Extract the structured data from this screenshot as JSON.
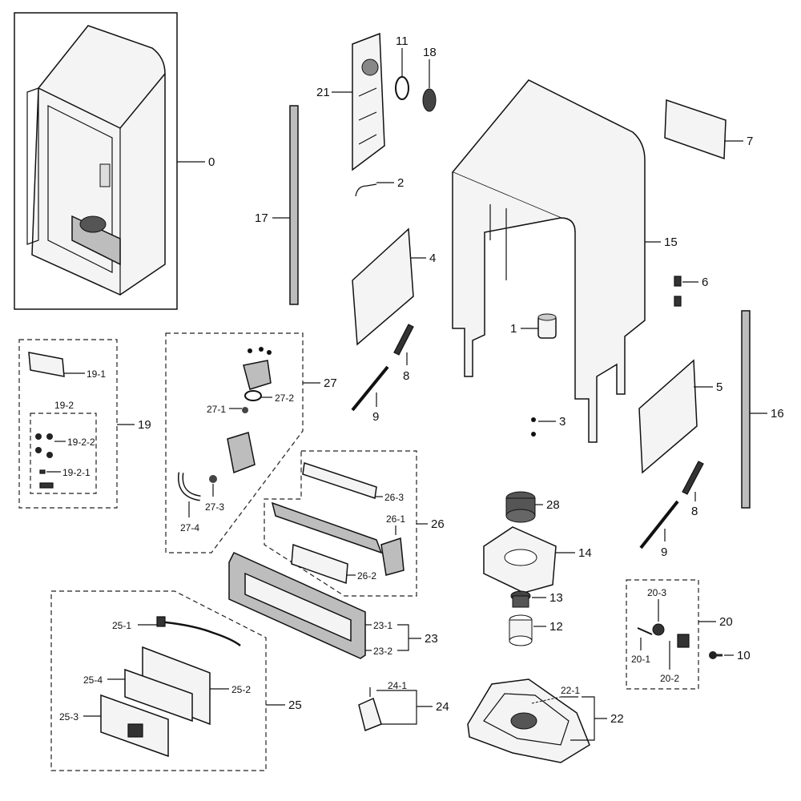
{
  "labels": {
    "l0": "0",
    "l1": "1",
    "l2": "2",
    "l3": "3",
    "l4": "4",
    "l5": "5",
    "l6": "6",
    "l7": "7",
    "l8a": "8",
    "l8b": "8",
    "l9a": "9",
    "l9b": "9",
    "l10": "10",
    "l11": "11",
    "l12": "12",
    "l13": "13",
    "l14": "14",
    "l15": "15",
    "l16": "16",
    "l17": "17",
    "l18": "18",
    "l19": "19",
    "l19_1": "19-1",
    "l19_2": "19-2",
    "l19_2_1": "19-2-1",
    "l19_2_2": "19-2-2",
    "l20": "20",
    "l20_1": "20-1",
    "l20_2": "20-2",
    "l20_3": "20-3",
    "l21": "21",
    "l22": "22",
    "l22_1": "22-1",
    "l23": "23",
    "l23_1": "23-1",
    "l23_2": "23-2",
    "l24": "24",
    "l24_1": "24-1",
    "l25": "25",
    "l25_1": "25-1",
    "l25_2": "25-2",
    "l25_3": "25-3",
    "l25_4": "25-4",
    "l26": "26",
    "l26_1": "26-1",
    "l26_2": "26-2",
    "l26_3": "26-3",
    "l27": "27",
    "l27_1": "27-1",
    "l27_2": "27-2",
    "l27_3": "27-3",
    "l27_4": "27-4",
    "l28": "28"
  }
}
